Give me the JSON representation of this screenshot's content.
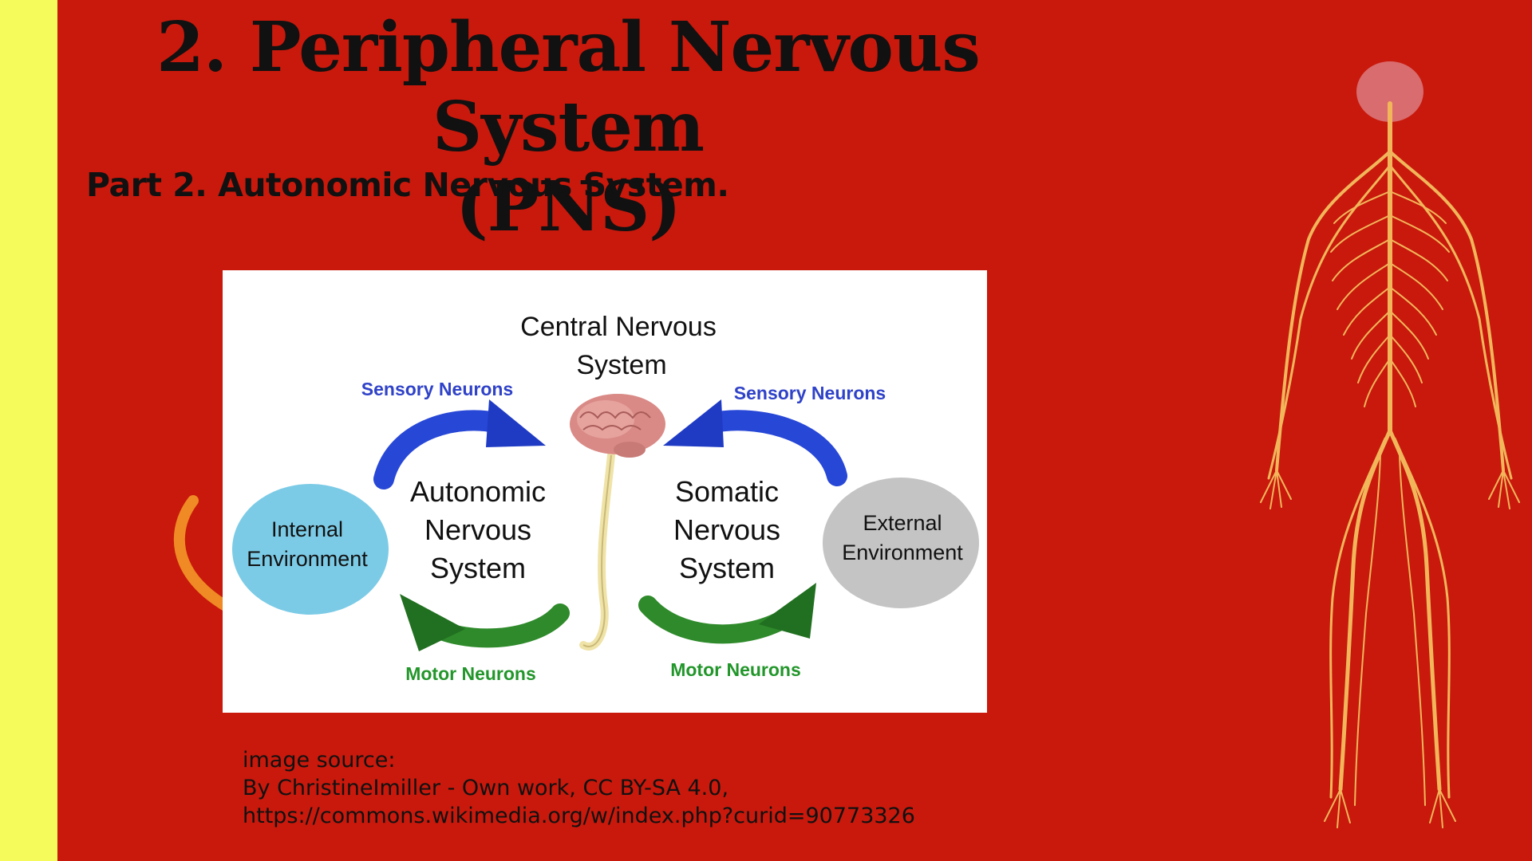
{
  "slide": {
    "title_line1": "2. Peripheral Nervous System",
    "title_line2": "(PNS)",
    "subtitle": "Part 2. Autonomic Nervous System."
  },
  "diagram": {
    "cns_line1": "Central Nervous",
    "cns_line2": "System",
    "sensory_left": "Sensory Neurons",
    "sensory_right": "Sensory Neurons",
    "motor_left": "Motor Neurons",
    "motor_right": "Motor Neurons",
    "autonomic_line1": "Autonomic",
    "autonomic_line2": "Nervous",
    "autonomic_line3": "System",
    "somatic_line1": "Somatic",
    "somatic_line2": "Nervous",
    "somatic_line3": "System",
    "internal_line1": "Internal",
    "internal_line2": "Environment",
    "external_line1": "External",
    "external_line2": "Environment"
  },
  "caption": {
    "line1": "image source:",
    "line2": "By ChristineImiller - Own work, CC BY-SA 4.0,",
    "line3": "https://commons.wikimedia.org/w/index.php?curid=90773326"
  },
  "colors": {
    "background": "#c8190c",
    "left_band": "#f4fb5a",
    "sensory_arrow": "#2747d6",
    "motor_arrow": "#2e8a2a",
    "internal_env": "#7ccbe6",
    "external_env": "#c4c4c4",
    "nerve_figure": "#f2b65a"
  }
}
